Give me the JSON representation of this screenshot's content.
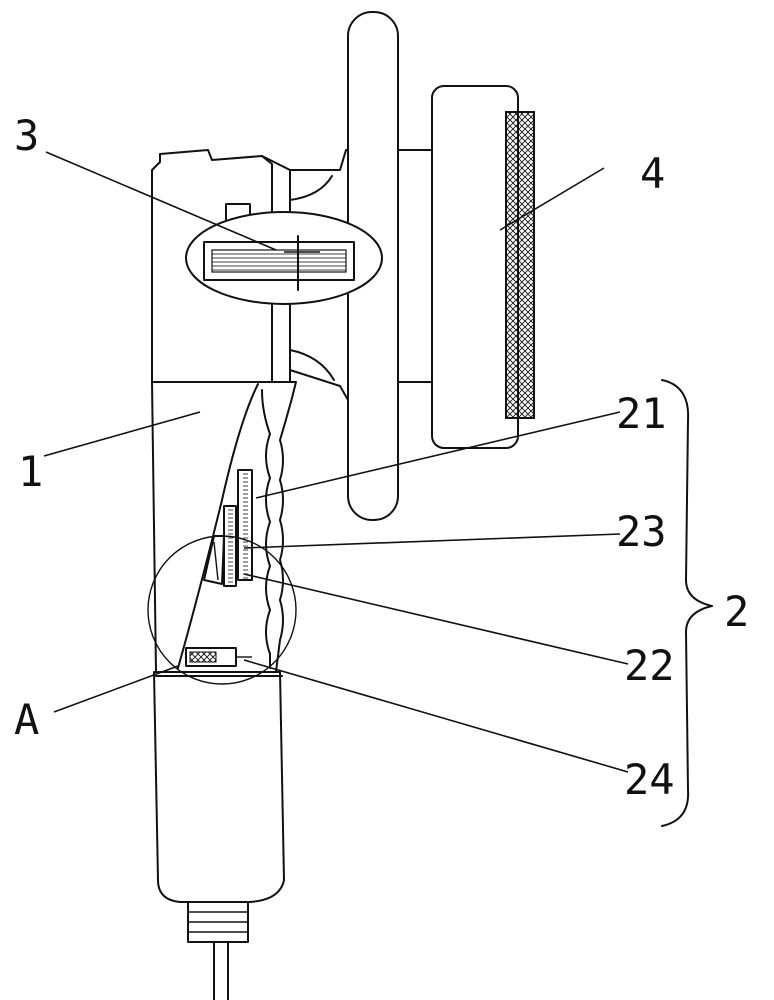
{
  "labels": {
    "part_1": "1",
    "part_2": "2",
    "part_3": "3",
    "part_4": "4",
    "part_21": "21",
    "part_22": "22",
    "part_23": "23",
    "part_24": "24",
    "detail_a": "A"
  },
  "colors": {
    "line": "#111111",
    "background": "#ffffff"
  }
}
